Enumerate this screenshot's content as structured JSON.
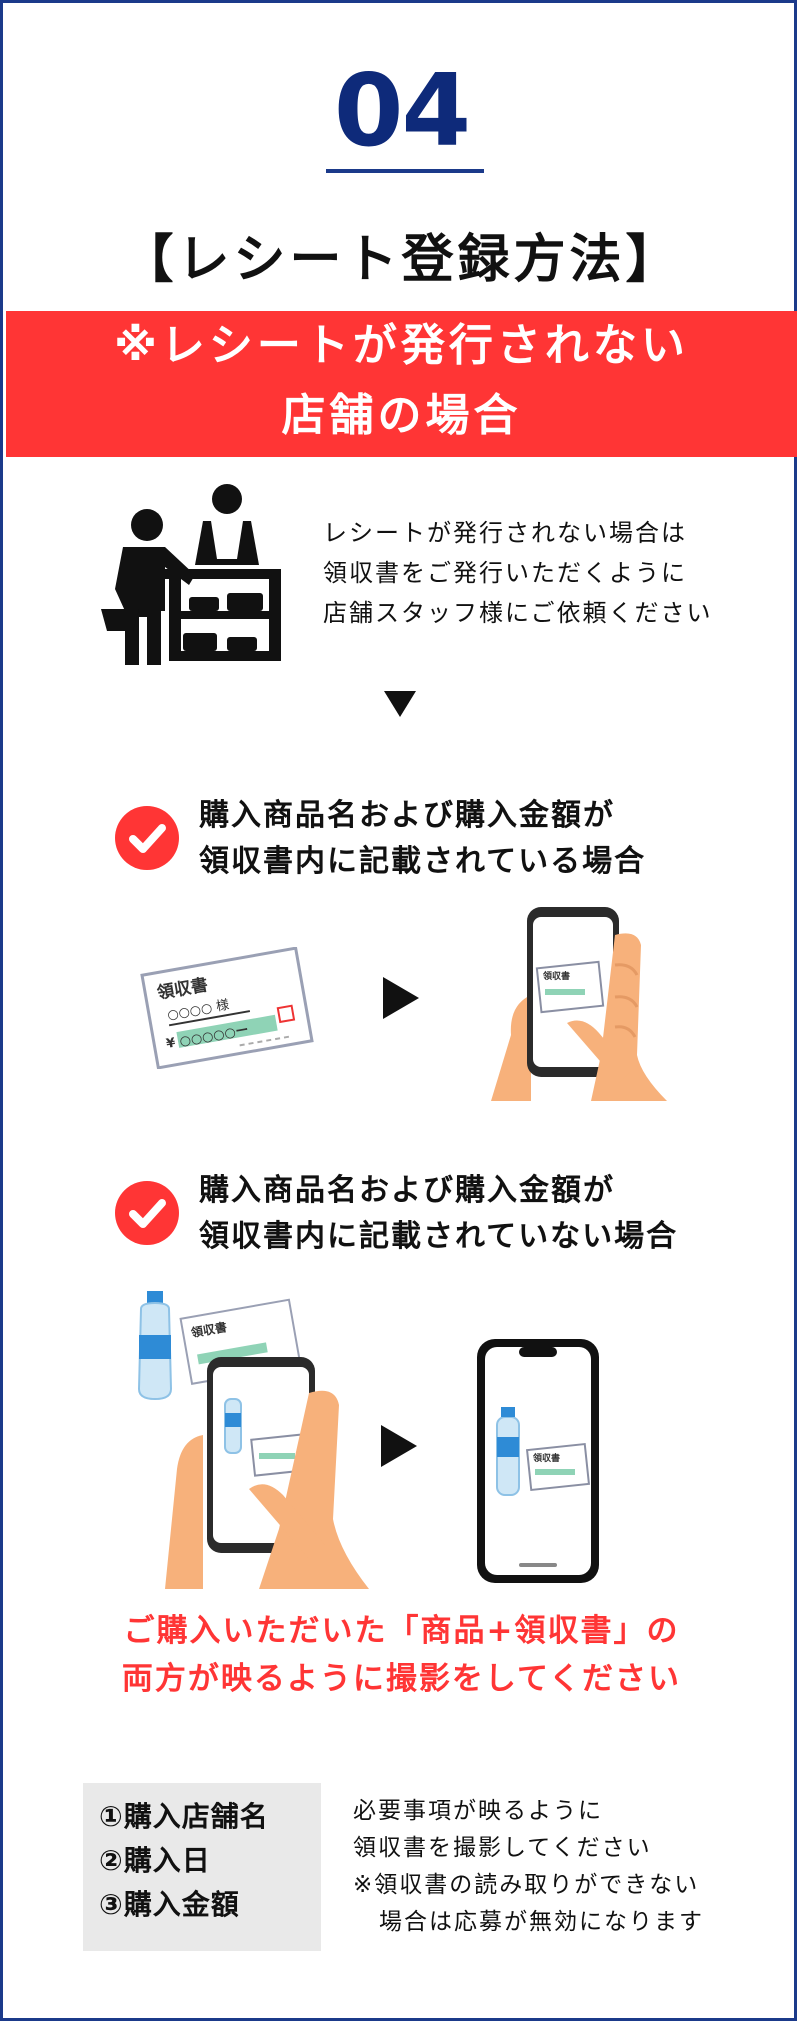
{
  "header": {
    "step_number": "04",
    "title": "【レシート登録方法】"
  },
  "banner": {
    "line1": "※レシートが発行されない",
    "line2": "店舗の場合"
  },
  "intro": {
    "lines": [
      "レシートが発行されない場合は",
      "領収書をご発行いただくように",
      "店舗スタッフ様にご依頼ください"
    ]
  },
  "sections": [
    {
      "lines": [
        "購入商品名および購入金額が",
        "領収書内に記載されている場合"
      ]
    },
    {
      "lines": [
        "購入商品名および購入金額が",
        "領収書内に記載されていない場合"
      ]
    }
  ],
  "receipt_art": {
    "title": "領収書",
    "name": "○○○○ 様",
    "amount": "¥ ○○○○○ー"
  },
  "photo_instruction": {
    "lines": [
      "ご購入いただいた「商品+領収書」の",
      "両方が映るように撮影をしてください"
    ]
  },
  "required_items": [
    "①購入店舗名",
    "②購入日",
    "③購入金額"
  ],
  "note": {
    "lines": [
      "必要事項が映るように",
      "領収書を撮影してください",
      "※領収書の読み取りができない",
      "場合は応募が無効になります"
    ]
  },
  "colors": {
    "accent_red": "#ff3535",
    "navy": "#0e2a7a",
    "border": "#1b3a8a"
  },
  "icons": [
    "shop-staff-icon",
    "check-circle-icon",
    "arrow-right-icon",
    "down-arrow-icon"
  ]
}
